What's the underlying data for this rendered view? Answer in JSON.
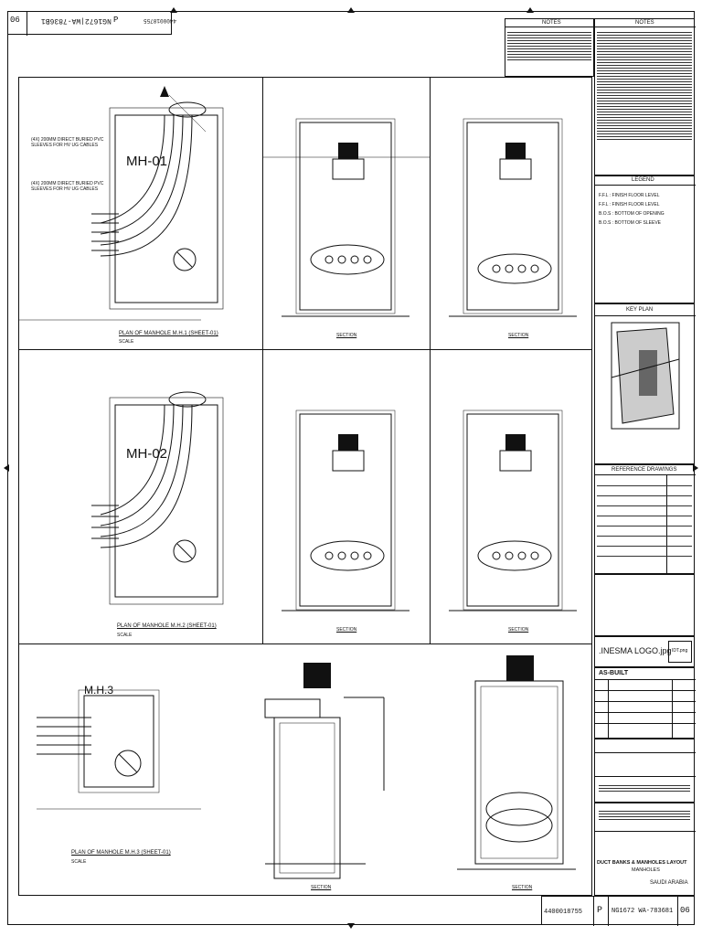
{
  "header": {
    "rev": "06",
    "sheet": "P",
    "drawing_no": "NG1672|WA-7836B1",
    "company_no": "4400018755"
  },
  "notes": {
    "title": "NOTES",
    "title2": "NOTES"
  },
  "legend": {
    "title": "LEGEND",
    "items": [
      {
        "code": "F.F.L",
        "text": ": FINISH FLOOR LEVEL"
      },
      {
        "code": "F.F.L",
        "text": ": FINISH FLOOR LEVEL"
      },
      {
        "code": "B.O.S",
        "text": ": BOTTOM OF OPENING"
      },
      {
        "code": "B.O.S",
        "text": ": BOTTOM OF SLEEVE"
      }
    ]
  },
  "key_plan": {
    "title": "KEY PLAN"
  },
  "reference": {
    "title": "REFERENCE DRAWINGS"
  },
  "logo": {
    "text": ".INESMA LOGO.jpg",
    "small": "IDT.png"
  },
  "as_built": {
    "label": "AS-BUILT"
  },
  "title_block": {
    "line1": "DUCT BANKS & MANHOLES LAYOUT",
    "line2": "MANHOLES",
    "line3": "SAUDI ARABIA"
  },
  "footer": {
    "company_no": "4400018755",
    "sheet_letter": "P",
    "drawing_no": "NG1672 WA-783681",
    "rev": "06"
  },
  "views": {
    "mh01_label": "MH-01",
    "mh02_label": "MH-02",
    "mh3_label": "M.H.3",
    "plan1_title": "PLAN OF MANHOLE M.H.1 (SHEET-01)",
    "plan2_title": "PLAN OF MANHOLE M.H.2 (SHEET-01)",
    "plan3_title": "PLAN OF MANHOLE M.H.3 (SHEET-01)",
    "scale": "SCALE",
    "section": "SECTION"
  }
}
